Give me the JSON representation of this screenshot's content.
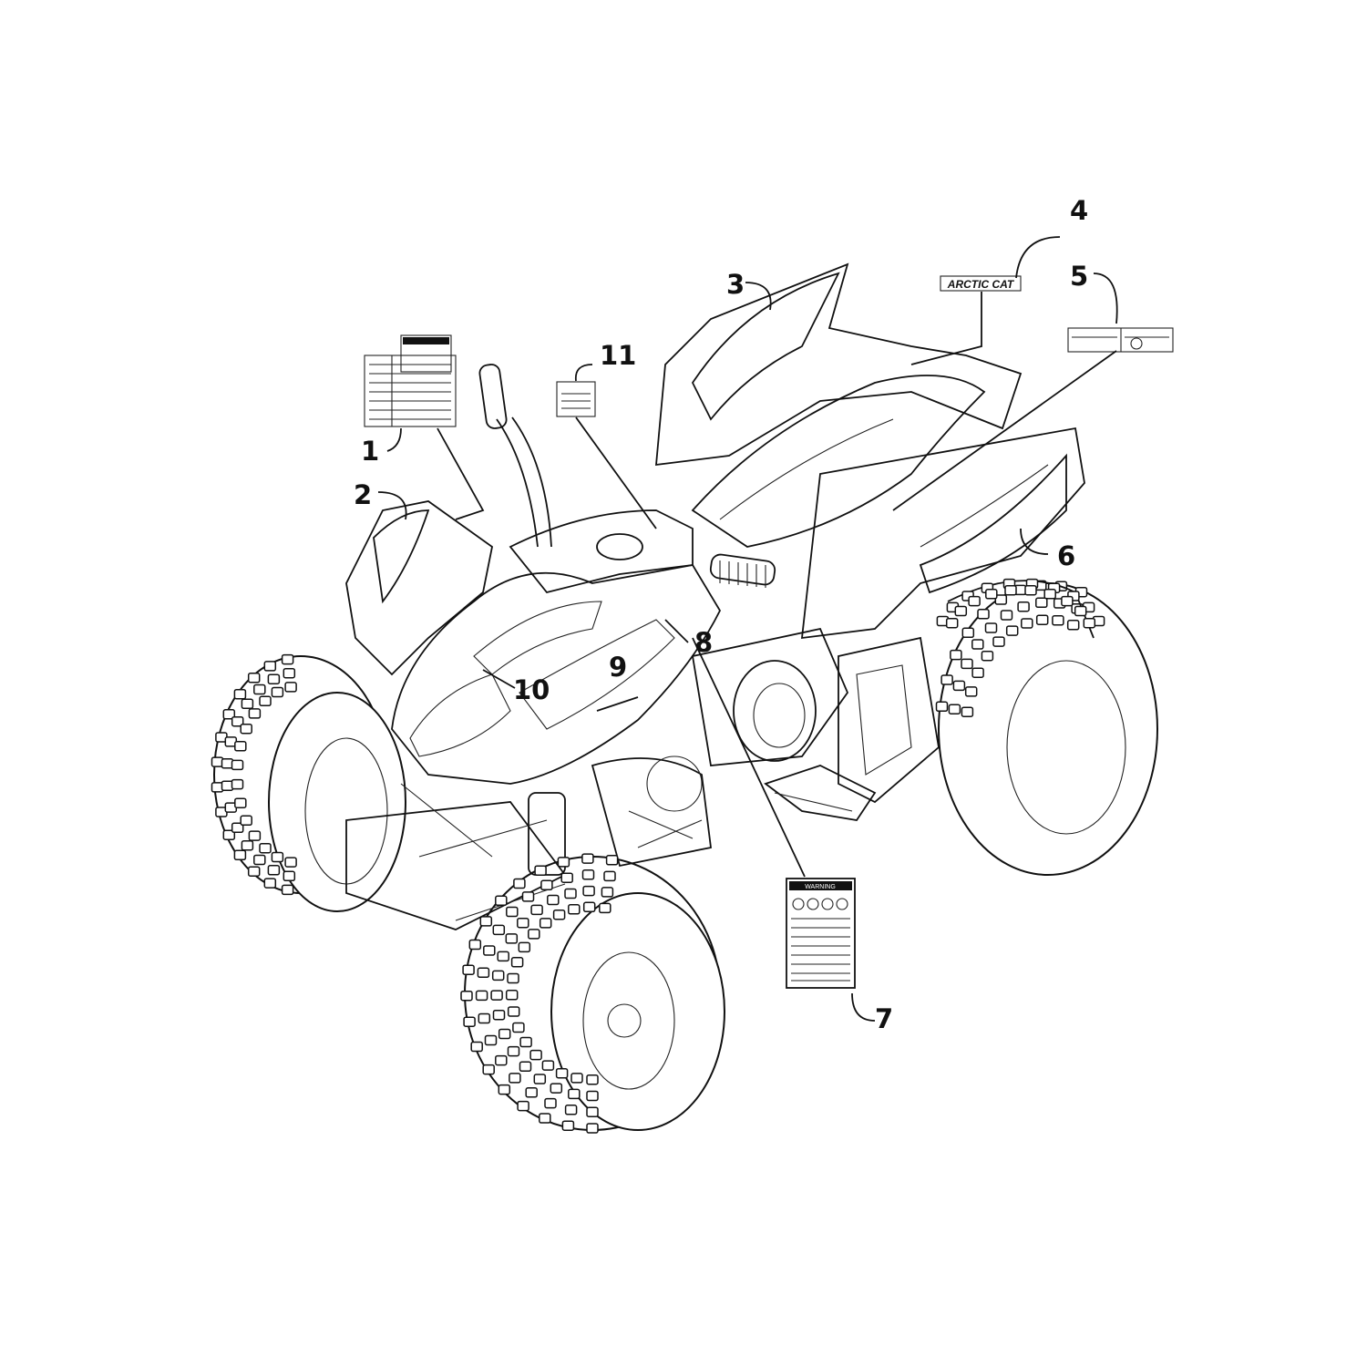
{
  "callouts": [
    {
      "id": "1",
      "label": "1"
    },
    {
      "id": "2",
      "label": "2"
    },
    {
      "id": "3",
      "label": "3"
    },
    {
      "id": "4",
      "label": "4"
    },
    {
      "id": "5",
      "label": "5"
    },
    {
      "id": "6",
      "label": "6"
    },
    {
      "id": "7",
      "label": "7"
    },
    {
      "id": "8",
      "label": "8"
    },
    {
      "id": "9",
      "label": "9"
    },
    {
      "id": "10",
      "label": "10"
    },
    {
      "id": "11",
      "label": "11"
    }
  ],
  "decals": {
    "brand_text": "ARCTIC CAT",
    "warning_text": "WARNING"
  },
  "colors": {
    "line": "#111111",
    "background": "#ffffff"
  }
}
